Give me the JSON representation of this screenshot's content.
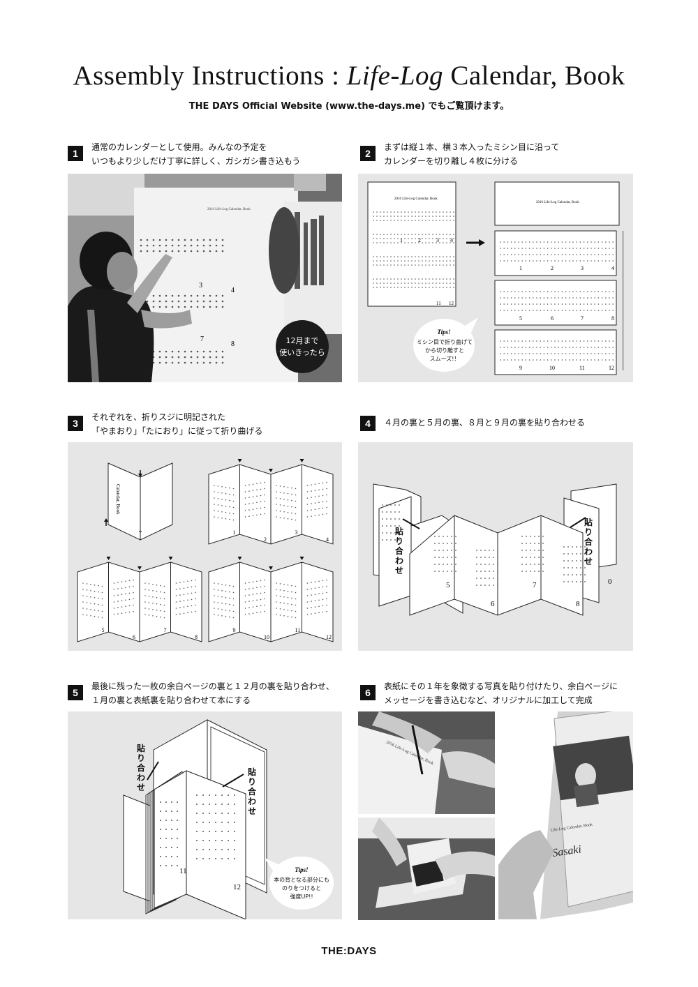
{
  "header": {
    "title_pre": "Assembly Instructions : ",
    "title_italic": "Life-Log",
    "title_post": " Calendar, Book",
    "subtitle": "THE DAYS Official Website (www.the-days.me) でもご覧頂けます。"
  },
  "steps": [
    {
      "number": "1",
      "caption": "通常のカレンダーとして使用。みんなの予定を\nいつもより少しだけ丁寧に詳しく、ガシガシ書き込もう",
      "badge": "12月まで\n使いきったら"
    },
    {
      "number": "2",
      "caption": "まずは縦１本、横３本入ったミシン目に沿って\nカレンダーを切り離し４枚に分ける",
      "tips_title": "Tips!",
      "tips_body": "ミシン目で折り曲げて\nから切り離すと\nスムーズ!！",
      "sheet_title": "2016 Life-Log Calendar, Book"
    },
    {
      "number": "3",
      "caption": "それぞれを、折りスジに明記された\n「やまおり」「たにおり」に従って折り曲げる"
    },
    {
      "number": "4",
      "caption": "４月の裏と５月の裏、８月と９月の裏を貼り合わせる",
      "glue_label": "貼り合わせ"
    },
    {
      "number": "5",
      "caption": "最後に残った一枚の余白ページの裏と１２月の裏を貼り合わせ、\n１月の裏と表紙裏を貼り合わせて本にする",
      "glue_label": "貼り合わせ",
      "tips_title": "Tips!",
      "tips_body": "本の背となる部分にも\nのりをつけると\n強度UP!!"
    },
    {
      "number": "6",
      "caption": "表紙にその１年を象徴する写真を貼り付けたり、余白ページに\nメッセージを書き込むなど、オリジナルに加工して完成",
      "book_title": "Life-Log Calendar, Book",
      "signature": "Sasaki"
    }
  ],
  "month_labels": {
    "s2": [
      "1",
      "2",
      "3",
      "4",
      "5",
      "6",
      "7",
      "8",
      "9",
      "10",
      "11",
      "12"
    ],
    "s3": [
      "1",
      "2",
      "3",
      "4",
      "5",
      "6",
      "7",
      "8",
      "9",
      "10",
      "11",
      "12"
    ],
    "s4": [
      "5",
      "6",
      "7",
      "8",
      "0"
    ],
    "s5": [
      "11",
      "12"
    ]
  },
  "footer": {
    "logo": "THE:DAYS"
  }
}
